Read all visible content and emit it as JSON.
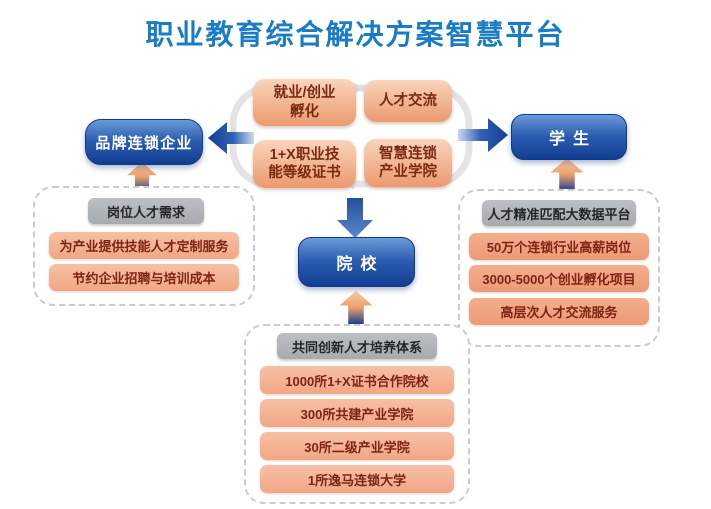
{
  "title": "职业教育综合解决方案智慧平台",
  "cycle": {
    "top_left": "就业/创业\n孵化",
    "top_right": "人才交流",
    "bottom_left": "1+X职业技\n能等级证书",
    "bottom_right": "智慧连锁\n产业学院"
  },
  "hubs": {
    "enterprise": "品牌连锁企业",
    "student": "学生",
    "college": "院校"
  },
  "left_group": {
    "header": "岗位人才需求",
    "items": [
      "为产业提供技能人才定制服务",
      "节约企业招聘与培训成本"
    ]
  },
  "right_group": {
    "header": "人才精准匹配大数据平台",
    "items": [
      "50万个连锁行业高薪岗位",
      "3000-5000个创业孵化项目",
      "高层次人才交流服务"
    ]
  },
  "bottom_group": {
    "header": "共同创新人才培养体系",
    "items": [
      "1000所1+X证书合作院校",
      "300所共建产业学院",
      "30所二级产业学院",
      "1所逸马连锁大学"
    ]
  },
  "colors": {
    "title_blue": "#1a7cc6",
    "hub_top": "#6b9ad8",
    "hub_bottom": "#123e92",
    "cycle_box_top": "#f9d4bc",
    "cycle_box_bottom": "#eb9a6e",
    "cycle_text": "#7a2a12",
    "panel_border": "#cccccc",
    "group_header_bg": "#a7aaaf",
    "group_item_bg": "#f1a785",
    "group_item_text": "#7d2414",
    "ring": "#e4e4e6",
    "arrow_blue_dark": "#143e93",
    "arrow_blue_light": "#cdd9ef",
    "arrow_peach": "#f8cdab",
    "arrow_navy_base": "#1c418f"
  }
}
